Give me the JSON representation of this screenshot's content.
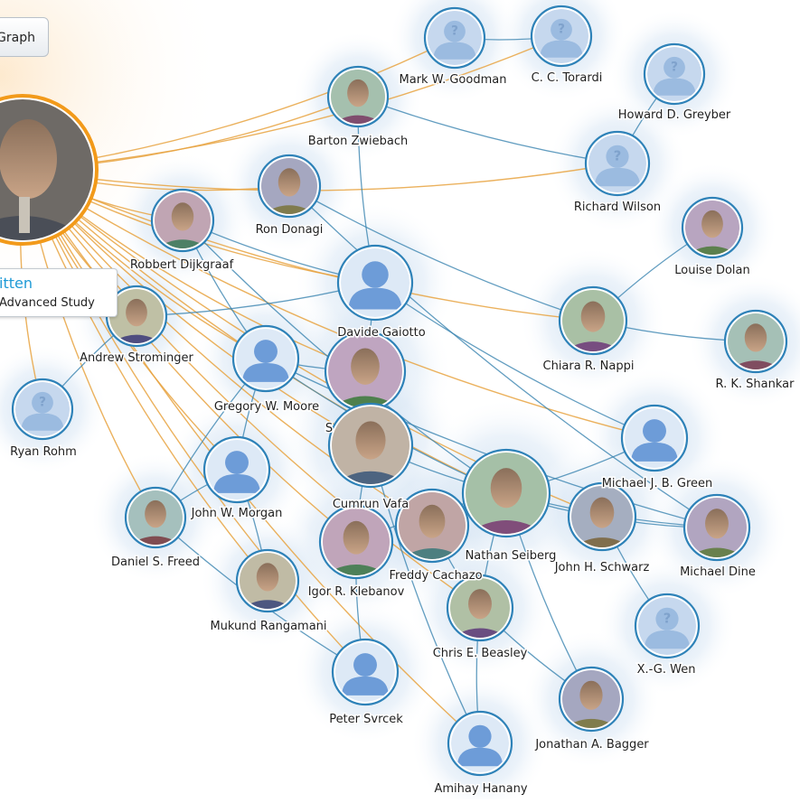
{
  "toolbar": {
    "graph_button_label": "Graph"
  },
  "center": {
    "name_fragment": "itten",
    "affiliation_fragment": "Advanced Study"
  },
  "colors": {
    "edge_blue": "#3b85b0",
    "edge_orange": "#e8a341",
    "node_ring_blue": "#2e82b8",
    "center_ring": "#f29a1a",
    "placeholder_fill": "#6d9cd8",
    "unknown_fill": "#9bbbe0",
    "name_link": "#1e9ad6"
  },
  "people": [
    {
      "id": "goodman",
      "name": "Mark W. Goodman",
      "kind": "unknown"
    },
    {
      "id": "torardi",
      "name": "C. C. Torardi",
      "kind": "unknown"
    },
    {
      "id": "greyber",
      "name": "Howard D. Greyber",
      "kind": "unknown"
    },
    {
      "id": "zwiebach",
      "name": "Barton Zwiebach",
      "kind": "photo"
    },
    {
      "id": "wilson",
      "name": "Richard Wilson",
      "kind": "unknown"
    },
    {
      "id": "donagi",
      "name": "Ron Donagi",
      "kind": "photo"
    },
    {
      "id": "dolan",
      "name": "Louise Dolan",
      "kind": "photo"
    },
    {
      "id": "dijkgraaf",
      "name": "Robbert Dijkgraaf",
      "kind": "photo"
    },
    {
      "id": "gaiotto",
      "name": "Davide Gaiotto",
      "kind": "placeholder"
    },
    {
      "id": "strominger",
      "name": "Andrew Strominger",
      "kind": "photo"
    },
    {
      "id": "nappi",
      "name": "Chiara R. Nappi",
      "kind": "photo"
    },
    {
      "id": "shankar",
      "name": "R. K. Shankar",
      "kind": "photo"
    },
    {
      "id": "moore",
      "name": "Gregory W. Moore",
      "kind": "placeholder"
    },
    {
      "id": "rohm",
      "name": "Ryan Rohm",
      "kind": "unknown"
    },
    {
      "id": "seiberg_s",
      "name": "S",
      "kind": "photo"
    },
    {
      "id": "green",
      "name": "Michael J. B. Green",
      "kind": "placeholder"
    },
    {
      "id": "vafa",
      "name": "Cumrun Vafa",
      "kind": "photo"
    },
    {
      "id": "morgan",
      "name": "John W. Morgan",
      "kind": "placeholder"
    },
    {
      "id": "seiberg",
      "name": "Nathan Seiberg",
      "kind": "photo"
    },
    {
      "id": "freed",
      "name": "Daniel S. Freed",
      "kind": "photo"
    },
    {
      "id": "schwarz",
      "name": "John H. Schwarz",
      "kind": "photo"
    },
    {
      "id": "dine",
      "name": "Michael Dine",
      "kind": "photo"
    },
    {
      "id": "klebanov",
      "name": "Igor R. Klebanov",
      "kind": "photo"
    },
    {
      "id": "cachazo",
      "name": "Freddy Cachazo",
      "kind": "photo"
    },
    {
      "id": "rangamani",
      "name": "Mukund Rangamani",
      "kind": "photo"
    },
    {
      "id": "beasley",
      "name": "Chris E. Beasley",
      "kind": "photo"
    },
    {
      "id": "wen",
      "name": "X.-G. Wen",
      "kind": "unknown"
    },
    {
      "id": "svrcek",
      "name": "Peter Svrcek",
      "kind": "placeholder"
    },
    {
      "id": "bagger",
      "name": "Jonathan A. Bagger",
      "kind": "photo"
    },
    {
      "id": "hanany",
      "name": "Amihay Hanany",
      "kind": "placeholder"
    }
  ],
  "edges": [
    [
      "center",
      "goodman"
    ],
    [
      "center",
      "torardi"
    ],
    [
      "center",
      "zwiebach"
    ],
    [
      "center",
      "donagi"
    ],
    [
      "center",
      "dijkgraaf"
    ],
    [
      "center",
      "gaiotto"
    ],
    [
      "center",
      "strominger"
    ],
    [
      "center",
      "moore"
    ],
    [
      "center",
      "rohm"
    ],
    [
      "center",
      "vafa"
    ],
    [
      "center",
      "morgan"
    ],
    [
      "center",
      "seiberg"
    ],
    [
      "center",
      "freed"
    ],
    [
      "center",
      "klebanov"
    ],
    [
      "center",
      "cachazo"
    ],
    [
      "center",
      "rangamani"
    ],
    [
      "center",
      "beasley"
    ],
    [
      "center",
      "svrcek"
    ],
    [
      "center",
      "hanany"
    ],
    [
      "center",
      "green"
    ],
    [
      "center",
      "nappi"
    ],
    [
      "center",
      "wilson"
    ],
    [
      "center",
      "seiberg_s"
    ],
    [
      "center",
      "schwarz"
    ],
    [
      "goodman",
      "torardi"
    ],
    [
      "greyber",
      "wilson"
    ],
    [
      "zwiebach",
      "wilson"
    ],
    [
      "zwiebach",
      "gaiotto"
    ],
    [
      "donagi",
      "nappi"
    ],
    [
      "donagi",
      "dine"
    ],
    [
      "dolan",
      "nappi"
    ],
    [
      "nappi",
      "shankar"
    ],
    [
      "dijkgraaf",
      "gaiotto"
    ],
    [
      "dijkgraaf",
      "moore"
    ],
    [
      "strominger",
      "gaiotto"
    ],
    [
      "strominger",
      "rohm"
    ],
    [
      "moore",
      "seiberg_s"
    ],
    [
      "moore",
      "morgan"
    ],
    [
      "moore",
      "freed"
    ],
    [
      "moore",
      "seiberg"
    ],
    [
      "gaiotto",
      "vafa"
    ],
    [
      "seiberg_s",
      "vafa"
    ],
    [
      "vafa",
      "seiberg"
    ],
    [
      "vafa",
      "klebanov"
    ],
    [
      "seiberg",
      "green"
    ],
    [
      "seiberg",
      "schwarz"
    ],
    [
      "seiberg",
      "dine"
    ],
    [
      "seiberg",
      "beasley"
    ],
    [
      "seiberg",
      "bagger"
    ],
    [
      "seiberg",
      "cachazo"
    ],
    [
      "seiberg",
      "klebanov"
    ],
    [
      "schwarz",
      "dine"
    ],
    [
      "schwarz",
      "wen"
    ],
    [
      "cachazo",
      "beasley"
    ],
    [
      "beasley",
      "hanany"
    ],
    [
      "beasley",
      "bagger"
    ],
    [
      "klebanov",
      "svrcek"
    ],
    [
      "morgan",
      "freed"
    ],
    [
      "rangamani",
      "morgan"
    ],
    [
      "gaiotto",
      "green"
    ],
    [
      "freed",
      "svrcek"
    ],
    [
      "vafa",
      "hanany"
    ],
    [
      "moore",
      "dine"
    ],
    [
      "dijkgraaf",
      "seiberg"
    ]
  ]
}
